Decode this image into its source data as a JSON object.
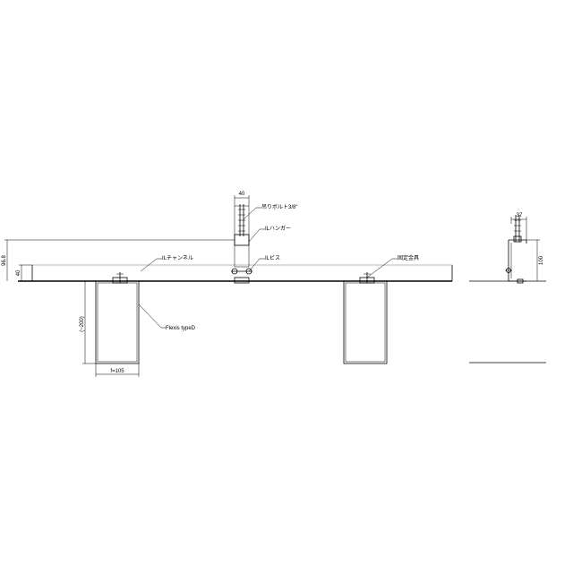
{
  "front_view": {
    "labels": {
      "hanging_bolt": "吊りボルト3/8\"",
      "hanger": "ILハンガー",
      "channel": "ILチャンネル",
      "screw": "ILビス",
      "fixing_bracket": "固定金具",
      "fixture": "Flexis typeD"
    },
    "dimensions": {
      "hanger_width": "40",
      "height_total": "96.8",
      "channel_height": "40",
      "fixture_height": "(~200)",
      "fixture_width": "f=105"
    }
  },
  "side_view": {
    "dimensions": {
      "top_width": "37",
      "height": "100"
    }
  }
}
